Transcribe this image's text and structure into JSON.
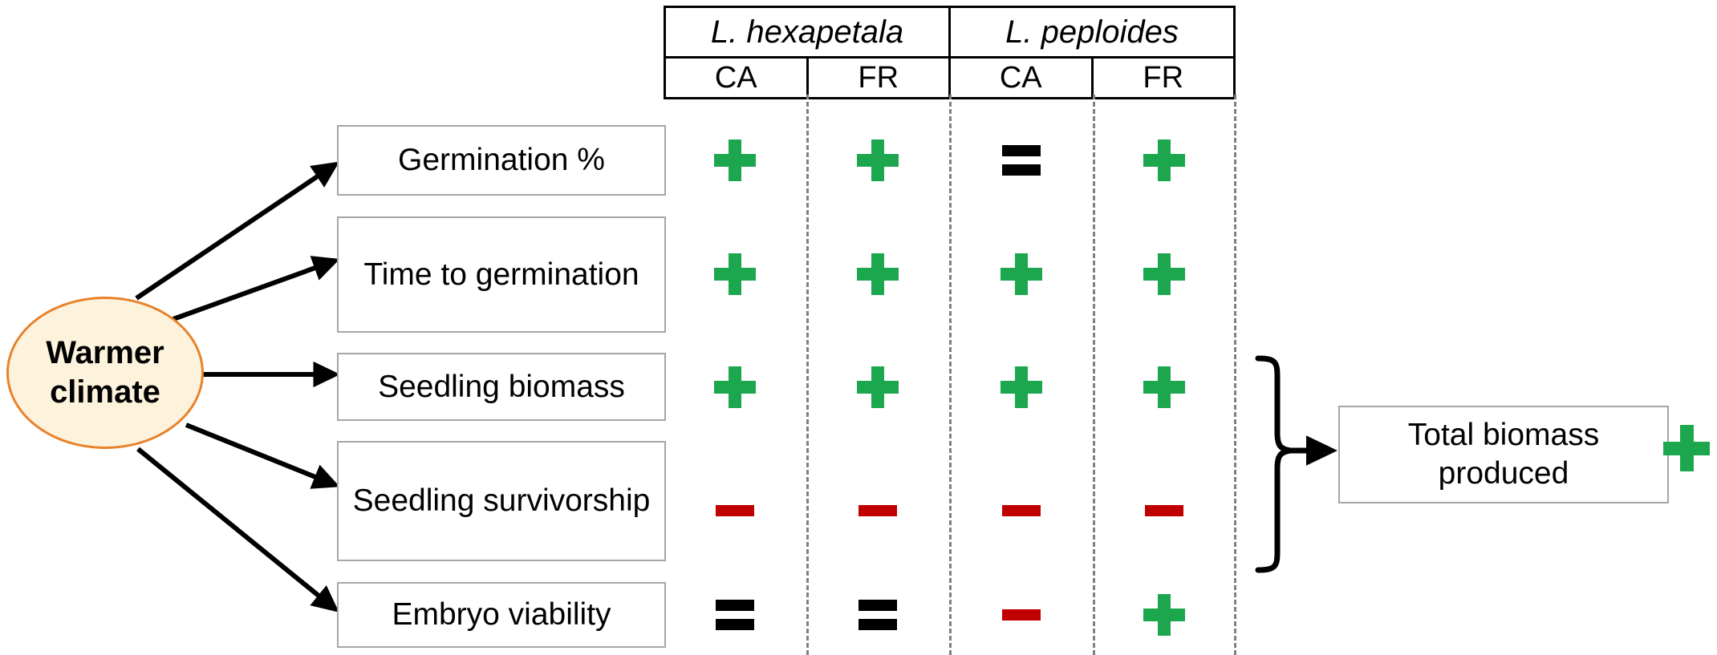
{
  "source": {
    "label": "Warmer climate",
    "fill_color": "#FDF2DC",
    "border_color": "#E8822A"
  },
  "table": {
    "species": [
      {
        "name": "L. hexapetala",
        "populations": [
          "CA",
          "FR"
        ]
      },
      {
        "name": "L. peploides",
        "populations": [
          "CA",
          "FR"
        ]
      }
    ],
    "column_headers": [
      "CA",
      "FR",
      "CA",
      "FR"
    ],
    "species_headers": [
      "L. hexapetala",
      "L. peploides"
    ]
  },
  "traits": [
    {
      "label": "Germination %",
      "results": [
        "plus",
        "plus",
        "equals",
        "plus"
      ]
    },
    {
      "label": "Time to germination",
      "results": [
        "plus",
        "plus",
        "plus",
        "plus"
      ]
    },
    {
      "label": "Seedling biomass",
      "results": [
        "plus",
        "plus",
        "plus",
        "plus"
      ]
    },
    {
      "label": "Seedling survivorship",
      "results": [
        "minus",
        "minus",
        "minus",
        "minus"
      ]
    },
    {
      "label": "Embryo viability",
      "results": [
        "equals",
        "equals",
        "minus",
        "plus"
      ]
    }
  ],
  "outcome": {
    "label": "Total biomass produced",
    "result": "plus"
  },
  "legend": {
    "plus_color": "#1CA74F",
    "minus_color": "#C00000",
    "equals_color": "#000000",
    "plus_meaning": "+",
    "minus_meaning": "-",
    "equals_meaning": "="
  }
}
